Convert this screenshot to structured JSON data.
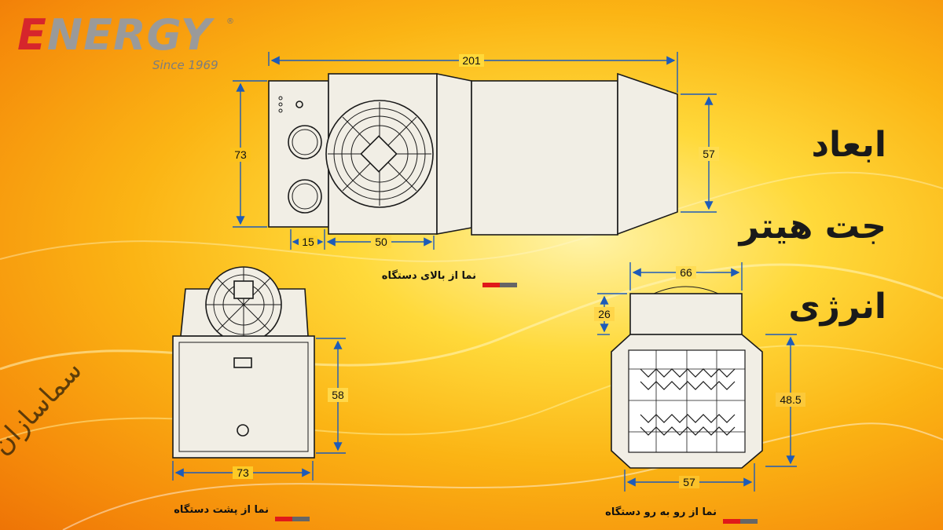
{
  "brand": {
    "logo_first_letter": "E",
    "logo_rest": "NERGY",
    "registered": "®",
    "since": "Since 1969",
    "logo_red": "#d6252c",
    "logo_gray": "#9a9a9a"
  },
  "headline": {
    "line1": "ابعاد",
    "line2": "جت هیتر",
    "line3": "انرژی"
  },
  "views": {
    "top": {
      "caption": "نما از بالای دستگاه",
      "dims": {
        "length": "201",
        "height": "73",
        "front_height": "57",
        "panel": "15",
        "fan": "50"
      }
    },
    "back": {
      "caption": "نما از پشت دستگاه",
      "dims": {
        "height": "58",
        "width": "73"
      }
    },
    "front": {
      "caption": "نما از رو به رو دستگاه",
      "dims": {
        "top_width": "66",
        "top_height": "26",
        "height": "48.5",
        "width": "57"
      }
    }
  },
  "watermark": "سماسازان",
  "colors": {
    "dimension_line": "#1e5bb8",
    "legend_red": "#e01919",
    "legend_gray": "#666666",
    "outline": "#1a1a1a",
    "body_fill": "#f1eee5"
  }
}
